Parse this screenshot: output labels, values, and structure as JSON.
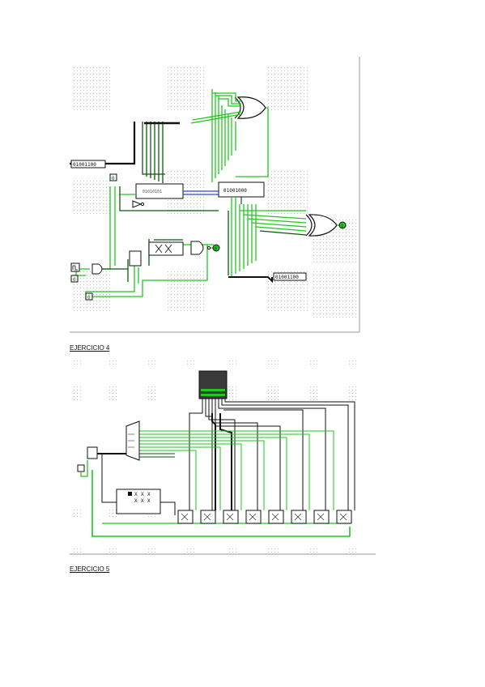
{
  "document": {
    "sections": [
      {
        "heading": "EJERCICIO 4"
      },
      {
        "heading": "EJERCICIO 5"
      }
    ]
  },
  "figure1": {
    "register_left": "01001100",
    "register_center_display": "01001000",
    "register_bottom": "01001100",
    "inner_value": "01010101",
    "probe_a": "0",
    "probe_b": "0",
    "probe_c": "0",
    "probe_out": "1",
    "probe_out2": "0"
  },
  "figure2": {
    "x_grid": [
      "X",
      "X",
      "X",
      "X",
      "X",
      "X"
    ]
  },
  "colors": {
    "wire_on": "#1ec81e",
    "wire_off": "#0a5a0a",
    "bus": "#111111",
    "grid_dot": "#bdbdbd",
    "border": "#9a9a9a"
  }
}
